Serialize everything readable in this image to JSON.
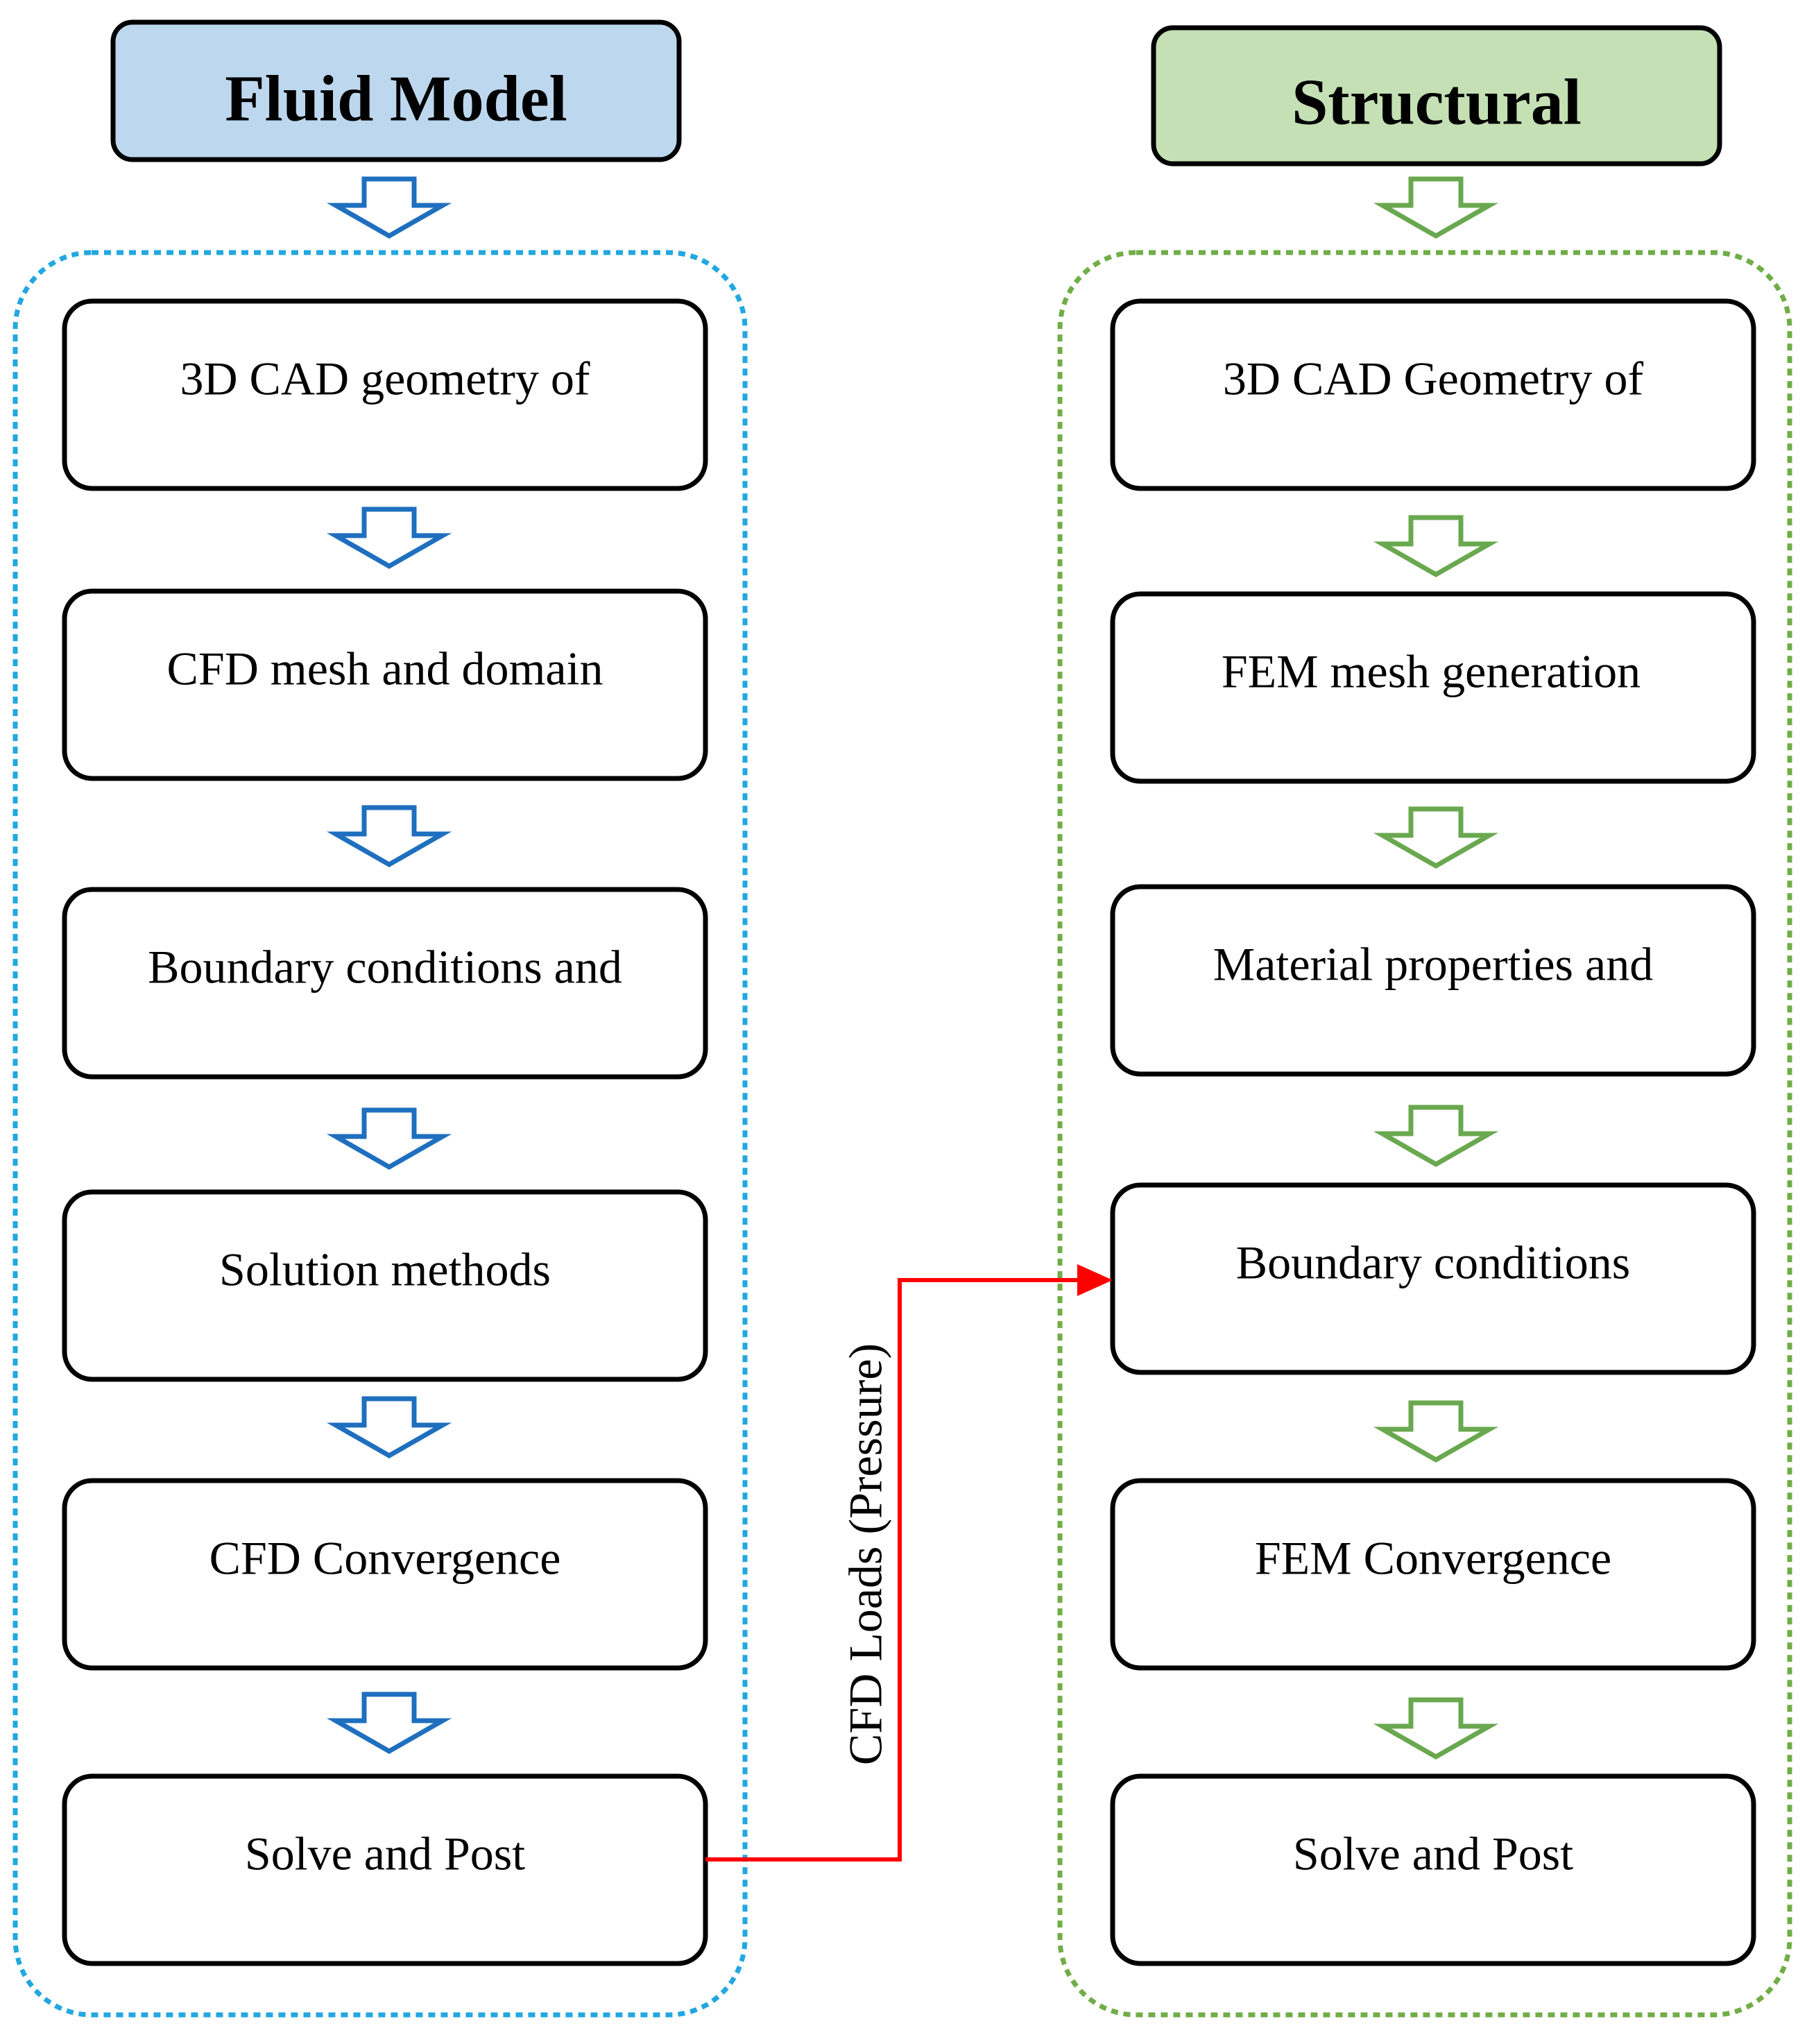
{
  "colors": {
    "fluid_header_fill": "#bdd7ee",
    "structural_header_fill": "#c5e0b4",
    "fluid_accent": "#1f6fbf",
    "fluid_group_border": "#22a7e0",
    "structural_accent": "#6aa84f",
    "structural_group_border": "#70ad47",
    "link_arrow": "#ff0000",
    "box_border": "#000000"
  },
  "fluid": {
    "title": "Fluid Model",
    "steps": [
      {
        "label": "3D CAD geometry of"
      },
      {
        "label": "CFD mesh and domain"
      },
      {
        "label": "Boundary conditions and"
      },
      {
        "label": "Solution methods"
      },
      {
        "label": "CFD Convergence"
      },
      {
        "label": "Solve and Post"
      }
    ]
  },
  "structural": {
    "title": "Structural",
    "steps": [
      {
        "label": "3D CAD Geometry of"
      },
      {
        "label": "FEM mesh generation"
      },
      {
        "label": "Material properties and"
      },
      {
        "label": "Boundary conditions"
      },
      {
        "label": "FEM Convergence"
      },
      {
        "label": "Solve and Post"
      }
    ]
  },
  "link": {
    "label": "CFD Loads (Pressure)"
  }
}
